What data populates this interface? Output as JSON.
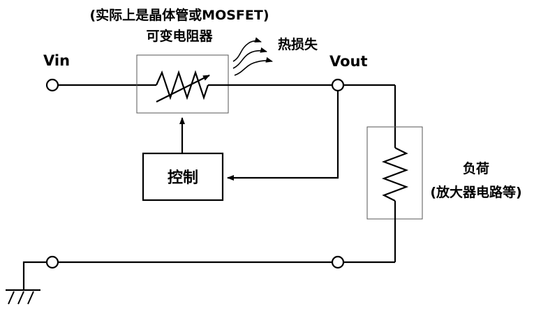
{
  "labels": {
    "vin": "Vin",
    "vout": "Vout",
    "resistor_note": "(实际上是晶体管或MOSFET)",
    "resistor_title": "可变电阻器",
    "heat_loss": "热损失",
    "control": "控制",
    "load_title": "负荷",
    "load_note": "(放大器电路等)"
  },
  "colors": {
    "line": "#000000",
    "box_outline": "#555555",
    "background": "#ffffff"
  }
}
